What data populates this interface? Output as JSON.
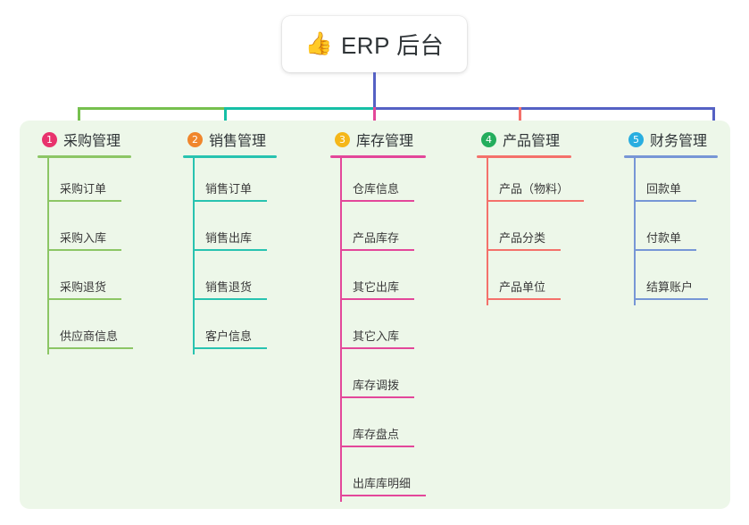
{
  "title": {
    "emoji": "👍",
    "emoji_name": "thumbs-up-emoji",
    "text": "ERP 后台"
  },
  "colors": {
    "panel_background": "#edf7e9",
    "page_background": "#ffffff",
    "title_text": "#2f3437",
    "trunk_line": "#5561c4",
    "bus_left": "#76c04e",
    "bus_mid": "#16bfa6",
    "bus_right": "#5561c4"
  },
  "columns": [
    {
      "number": "1",
      "title": "采购管理",
      "badge_color": "#e8336d",
      "line_color": "#8cc665",
      "items": [
        "采购订单",
        "采购入库",
        "采购退货",
        "供应商信息"
      ]
    },
    {
      "number": "2",
      "title": "销售管理",
      "badge_color": "#f0862c",
      "line_color": "#28c3b0",
      "items": [
        "销售订单",
        "销售出库",
        "销售退货",
        "客户信息"
      ]
    },
    {
      "number": "3",
      "title": "库存管理",
      "badge_color": "#f5b719",
      "line_color": "#e3479a",
      "items": [
        "仓库信息",
        "产品库存",
        "其它出库",
        "其它入库",
        "库存调拨",
        "库存盘点",
        "出库库明细"
      ]
    },
    {
      "number": "4",
      "title": "产品管理",
      "badge_color": "#23ad5c",
      "line_color": "#f4716b",
      "items": [
        "产品（物料）",
        "产品分类",
        "产品单位"
      ]
    },
    {
      "number": "5",
      "title": "财务管理",
      "badge_color": "#29aee0",
      "line_color": "#7796d6",
      "items": [
        "回款单",
        "付款单",
        "结算账户"
      ]
    }
  ]
}
